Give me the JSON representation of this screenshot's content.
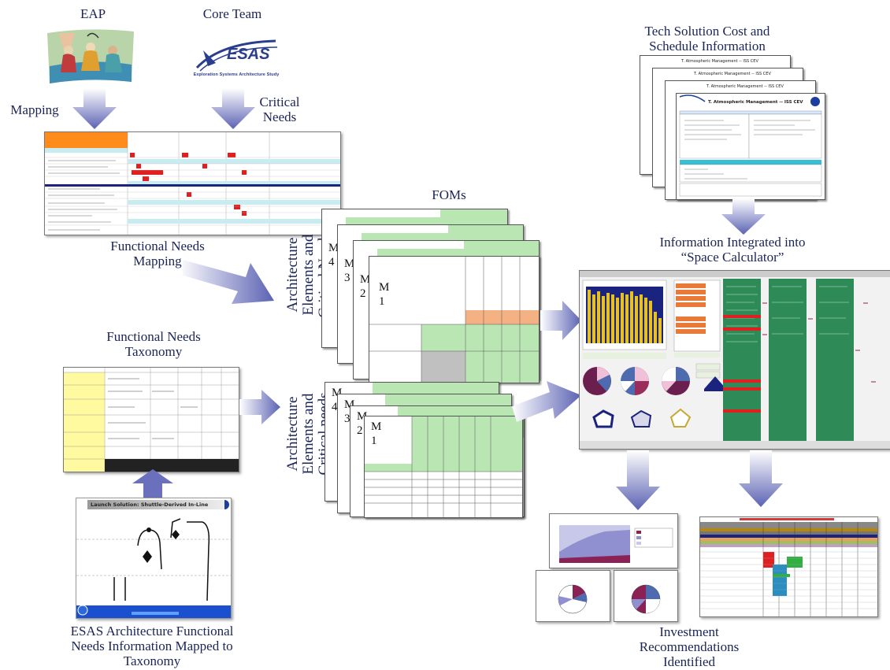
{
  "labels": {
    "eap": "EAP",
    "core_team": "Core Team",
    "mapping": "Mapping",
    "critical_needs": "Critical\nNeeds",
    "functional_needs_mapping": "Functional Needs\nMapping",
    "foms": "FOMs",
    "arch_elements_top": "Architecture\nElements and\nCritical Needs",
    "arch_elements_bottom": "Architecture\nElements and\nCritical needs",
    "functional_needs_taxonomy": "Functional Needs\nTaxonomy",
    "esas_arch": "ESAS Architecture Functional\nNeeds Information Mapped to\nTaxonomy",
    "tech_solution": "Tech Solution Cost and\nSchedule Information",
    "info_integrated": "Information Integrated into\n“Space Calculator”",
    "investment": "Investment\nRecommendations\nIdentified"
  },
  "esas_logo": {
    "name": "ESAS",
    "subtitle": "Exploration Systems Architecture Study"
  },
  "fom_sheets_top": [
    "M\n4",
    "M\n3",
    "M\n2",
    "M\n1"
  ],
  "fom_sheets_bottom": [
    "M\n4",
    "M\n3",
    "M\n2",
    "M\n1"
  ],
  "tech_sheet_title": "T. Atmospheric Management -- ISS CEV",
  "launch_slide_title": "Launch Solution: Shuttle-Derived In-Line",
  "colors": {
    "arrow": "#7a7fc0",
    "text": "#1a2456",
    "sheet_green": "#b9e6b3",
    "sheet_orange": "#f4b183",
    "sheet_red": "#e02020",
    "sheet_cyan": "#aee8f0",
    "calc_green": "#2e8b57",
    "calc_gold": "#e8c020",
    "calc_navy": "#1a237e"
  }
}
